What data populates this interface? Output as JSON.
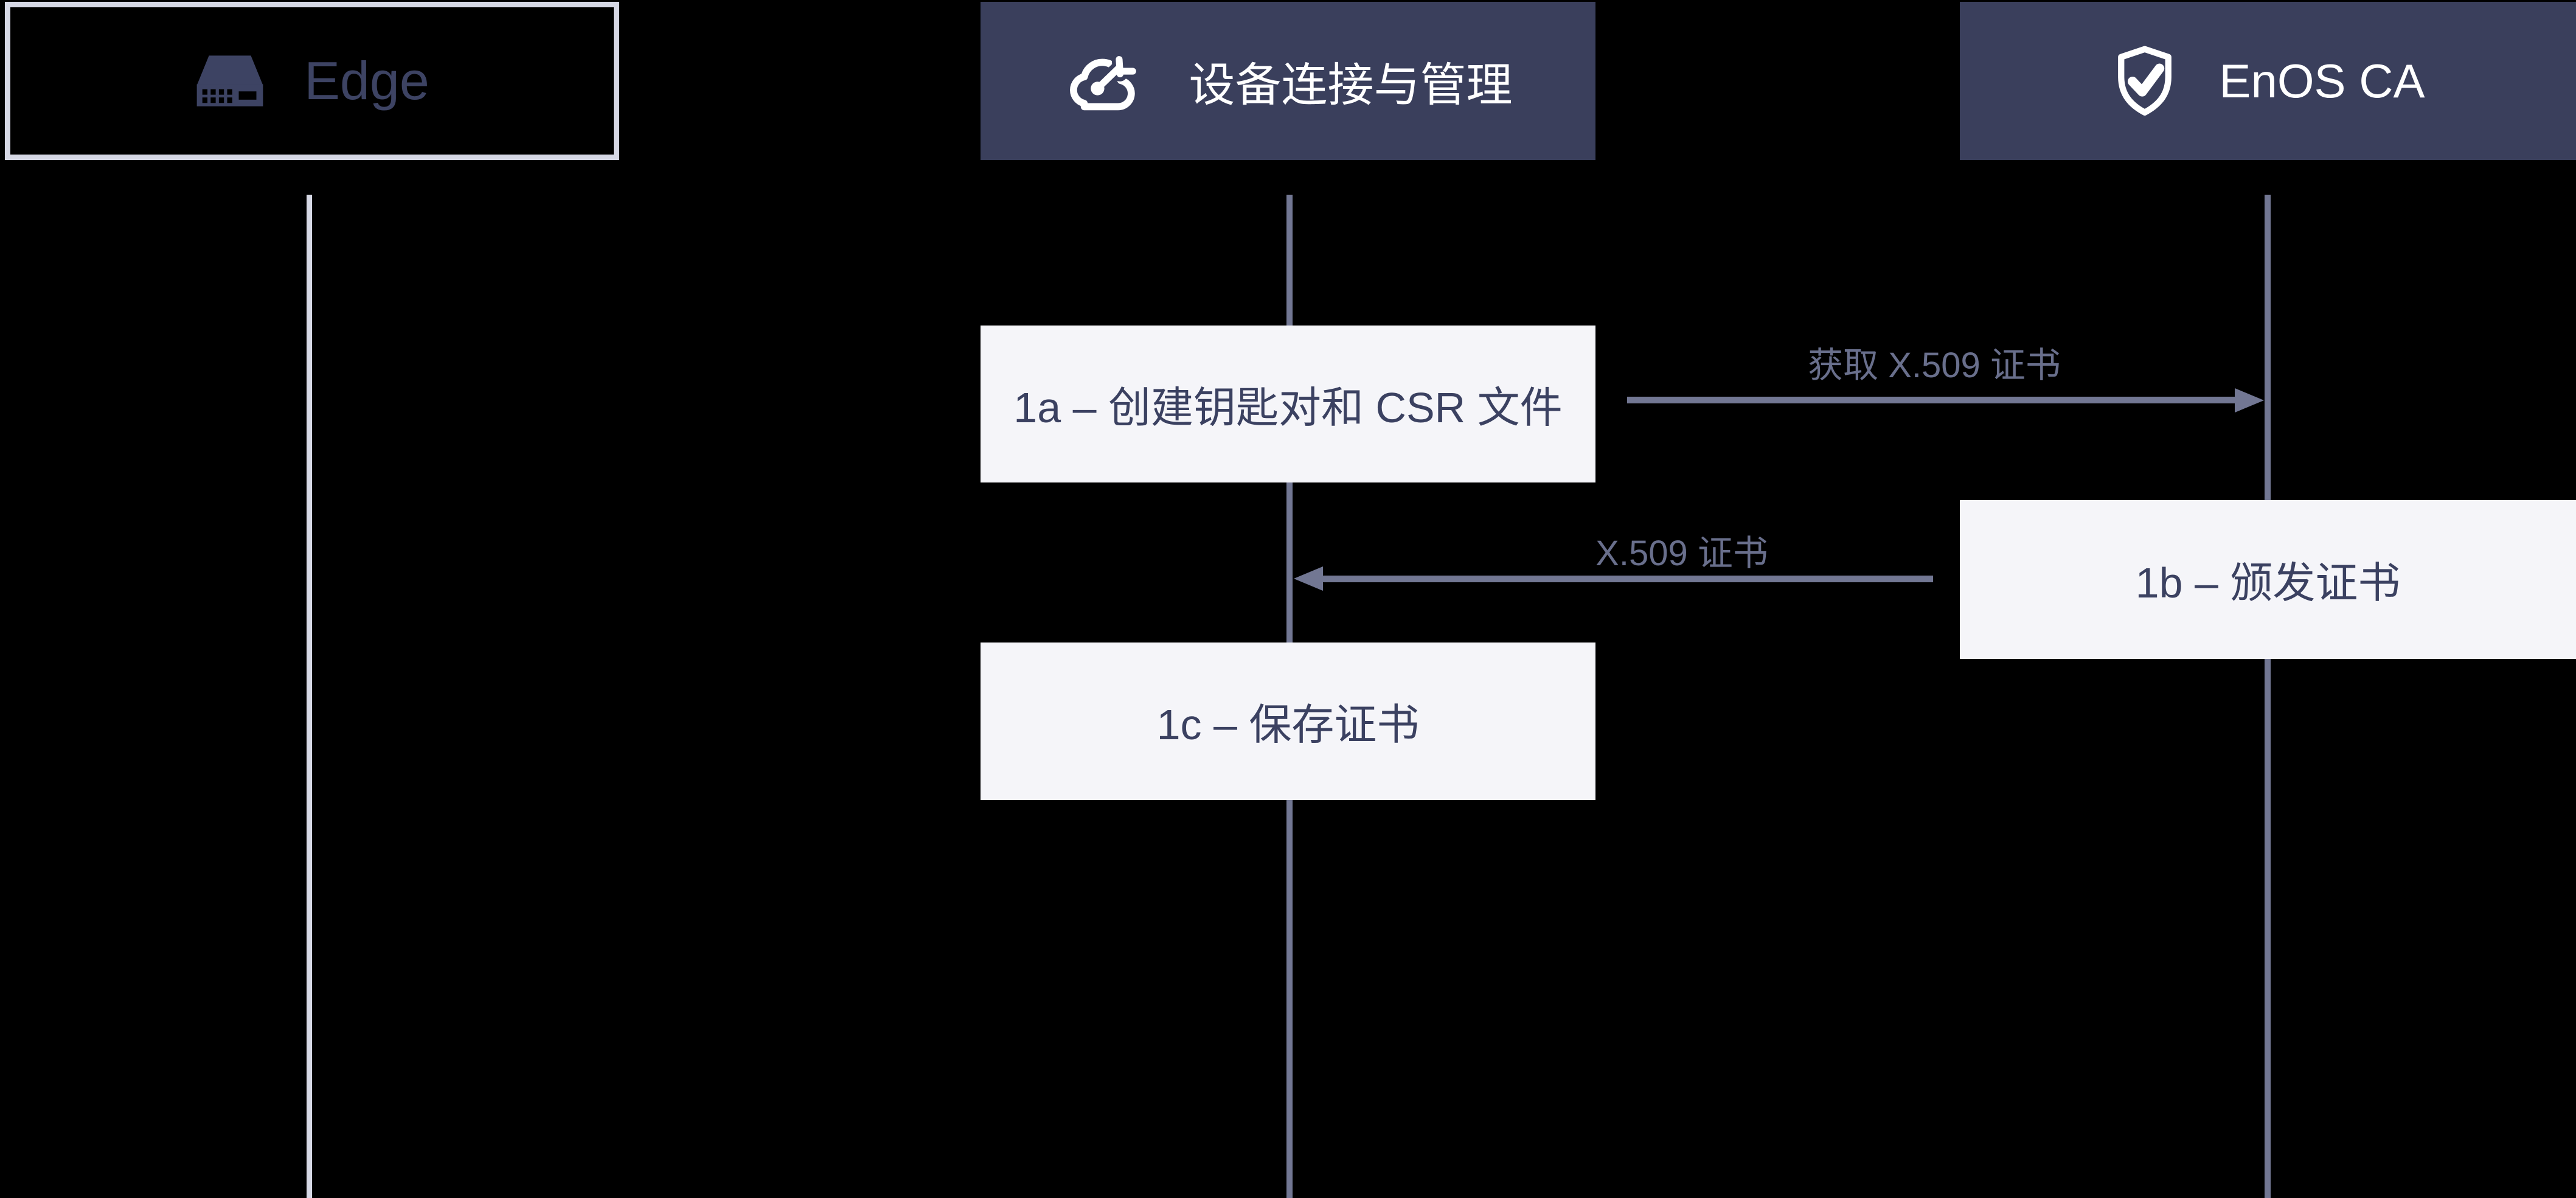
{
  "diagram": {
    "type": "sequence",
    "actors": [
      {
        "label": "Edge",
        "icon": "gateway-icon"
      },
      {
        "label": "设备连接与管理",
        "icon": "cloud-gauge-icon"
      },
      {
        "label": "EnOS CA",
        "icon": "shield-check-icon"
      }
    ],
    "steps": [
      {
        "id": "1a",
        "label": "1a – 创建钥匙对和 CSR 文件",
        "lifeline": "设备连接与管理"
      },
      {
        "id": "1b",
        "label": "1b – 颁发证书",
        "lifeline": "EnOS CA"
      },
      {
        "id": "1c",
        "label": "1c – 保存证书",
        "lifeline": "设备连接与管理"
      }
    ],
    "messages": [
      {
        "label": "获取 X.509 证书",
        "from": "设备连接与管理",
        "to": "EnOS CA",
        "direction": "right"
      },
      {
        "label": "X.509 证书",
        "from": "EnOS CA",
        "to": "设备连接与管理",
        "direction": "left"
      }
    ],
    "colors": {
      "background": "#000000",
      "actor_fill": "#3a3f5c",
      "actor_text": "#ffffff",
      "edge_actor_border": "#d6d8e5",
      "edge_actor_text": "#3d4363",
      "edge_lifeline": "#d6d8e5",
      "lifeline": "#727793",
      "arrow": "#727793",
      "message_text": "#696f8c",
      "step_fill": "#f5f5f9",
      "step_text": "#3b4161"
    }
  }
}
